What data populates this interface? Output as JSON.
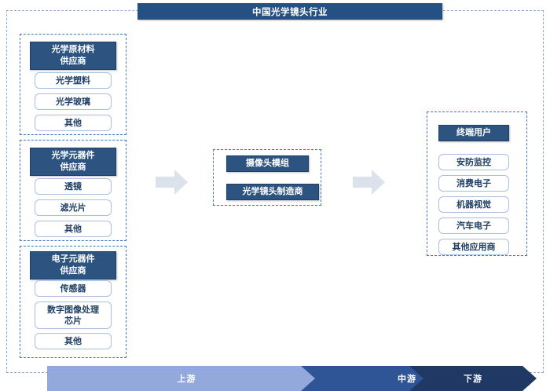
{
  "title": "中国光学镜头行业",
  "upstream_groups": [
    {
      "header": "光学原材料\n供应商",
      "header_line1": "光学原材料",
      "header_line2": "供应商",
      "items": [
        "光学塑料",
        "光学玻璃",
        "其他"
      ]
    },
    {
      "header_line1": "光学元器件",
      "header_line2": "供应商",
      "items": [
        "透镜",
        "滤光片",
        "其他"
      ]
    },
    {
      "header_line1": "电子元器件",
      "header_line2": "供应商",
      "items": [
        "传感器",
        "数字图像处理\n芯片",
        "其他"
      ]
    }
  ],
  "midstream": {
    "boxes": [
      "摄像头模组",
      "光学镜头制造商"
    ]
  },
  "downstream": {
    "header": "终端用户",
    "items": [
      "安防监控",
      "消费电子",
      "机器视觉",
      "汽车电子",
      "其他应用商"
    ]
  },
  "flow_bar": {
    "segments": [
      {
        "label": "上游",
        "color": "#93A9DC"
      },
      {
        "label": "中游",
        "color": "#2F5597"
      },
      {
        "label": "下游",
        "color": "#1F3864"
      }
    ]
  },
  "arrows": {
    "left_to_mid": "arrow-right-icon",
    "mid_to_right": "arrow-right-icon"
  },
  "colors": {
    "title_bg": "#255083",
    "header_bg": "#2D5481",
    "item_border": "#A9C0E0",
    "item_text": "#1F3F66",
    "group_dash": "#4472C4",
    "outer_dash": "#8FA8D4",
    "arrow_gray": "#DCE2EC"
  }
}
